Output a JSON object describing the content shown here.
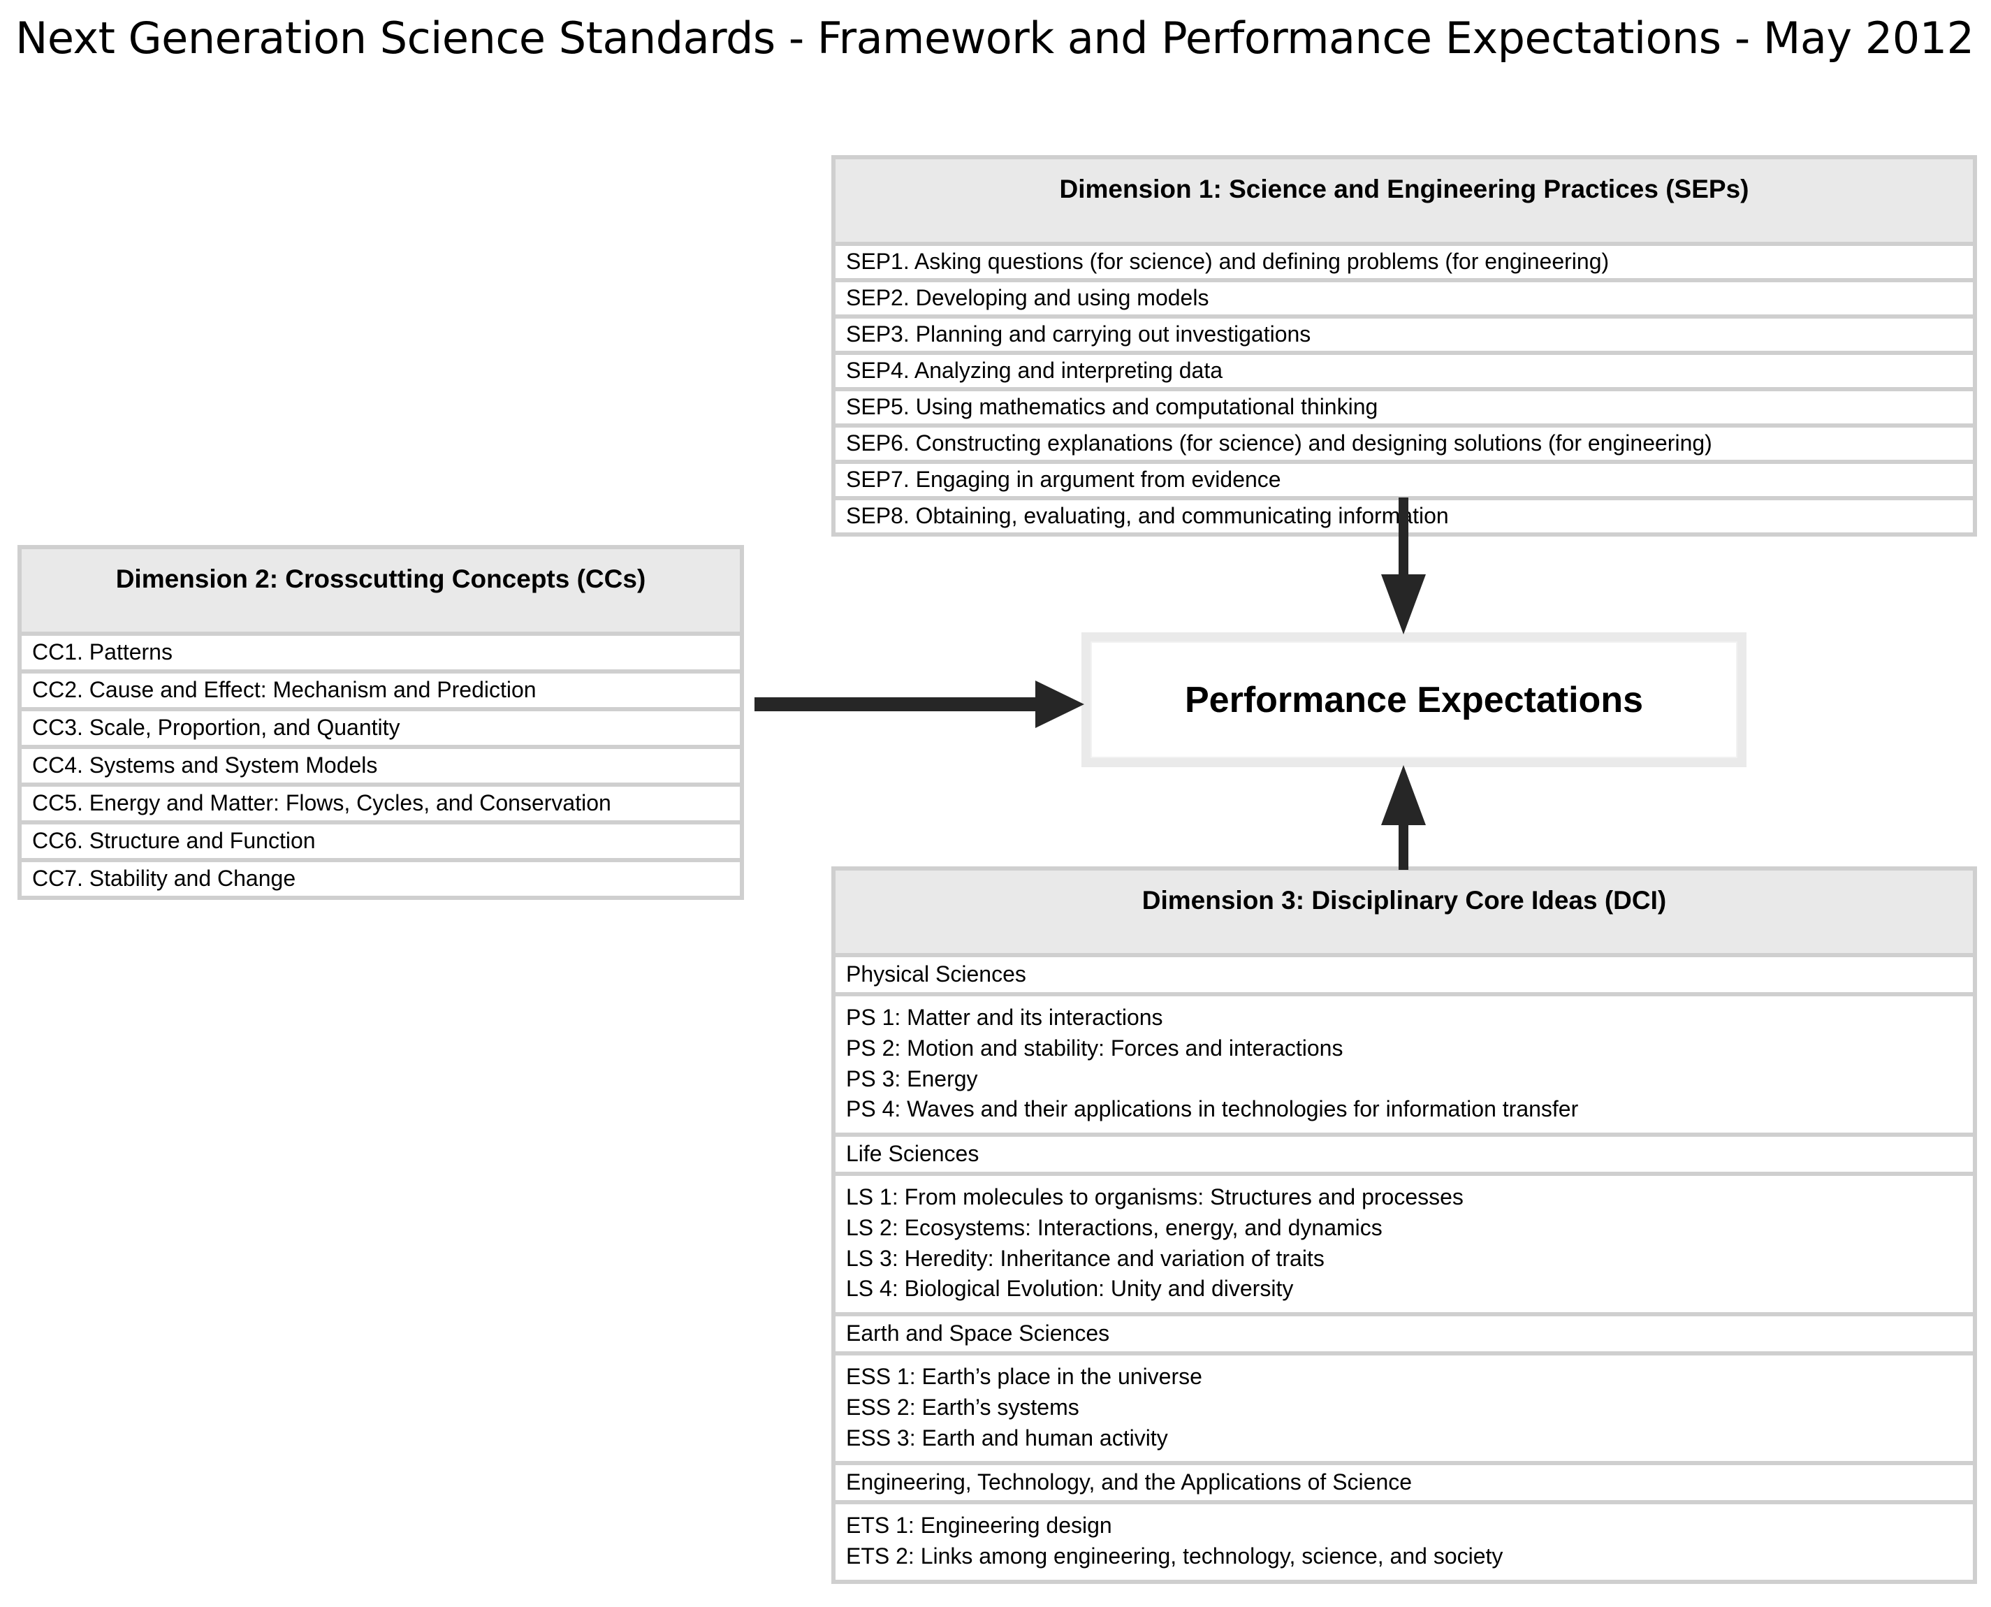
{
  "page": {
    "title": "Next Generation Science Standards - Framework and Performance Expectations - May 2012"
  },
  "center": {
    "label": "Performance Expectations"
  },
  "dimension1": {
    "header": "Dimension 1: Science and Engineering Practices (SEPs)",
    "items": [
      "SEP1. Asking questions (for science) and defining problems (for engineering)",
      "SEP2. Developing and using models",
      "SEP3. Planning and carrying out investigations",
      "SEP4.  Analyzing and interpreting data",
      "SEP5. Using mathematics and computational thinking",
      "SEP6. Constructing explanations (for science) and designing solutions (for engineering)",
      "SEP7.  Engaging in argument from evidence",
      "SEP8. Obtaining, evaluating, and communicating information"
    ]
  },
  "dimension2": {
    "header": "Dimension 2: Crosscutting Concepts (CCs)",
    "items": [
      "CC1. Patterns",
      "CC2. Cause and Effect: Mechanism and Prediction",
      "CC3. Scale, Proportion, and Quantity",
      "CC4. Systems and System Models",
      "CC5. Energy and Matter: Flows, Cycles, and Conservation",
      "CC6. Structure and Function",
      "CC7. Stability and Change"
    ]
  },
  "dimension3": {
    "header": "Dimension 3: Disciplinary Core Ideas (DCI)",
    "groups": [
      {
        "category": "Physical Sciences",
        "items": [
          "PS 1: Matter and its interactions",
          "PS 2: Motion and stability: Forces and interactions",
          "PS 3: Energy",
          "PS 4: Waves and their applications in technologies for information transfer"
        ]
      },
      {
        "category": "Life Sciences",
        "items": [
          "LS 1: From molecules to organisms: Structures and processes",
          "LS 2: Ecosystems: Interactions, energy, and dynamics",
          "LS 3: Heredity: Inheritance and variation of traits",
          "LS 4: Biological Evolution: Unity and diversity"
        ]
      },
      {
        "category": "Earth and Space Sciences",
        "items": [
          "ESS 1: Earth’s place in the universe",
          "ESS 2: Earth’s systems",
          "ESS 3: Earth and human activity"
        ]
      },
      {
        "category": "Engineering, Technology, and the Applications of Science",
        "items": [
          "ETS 1: Engineering design",
          "ETS 2: Links among engineering, technology, science, and society"
        ]
      }
    ]
  },
  "arrows": [
    {
      "name": "sep-to-pe",
      "direction": "down"
    },
    {
      "name": "cc-to-pe",
      "direction": "right"
    },
    {
      "name": "dci-to-pe",
      "direction": "up"
    }
  ],
  "colors": {
    "header_fill": "#e9e9e9",
    "box_border": "#cfcfcf",
    "row_fill": "#ffffff",
    "arrow": "#262626",
    "text": "#000000"
  }
}
